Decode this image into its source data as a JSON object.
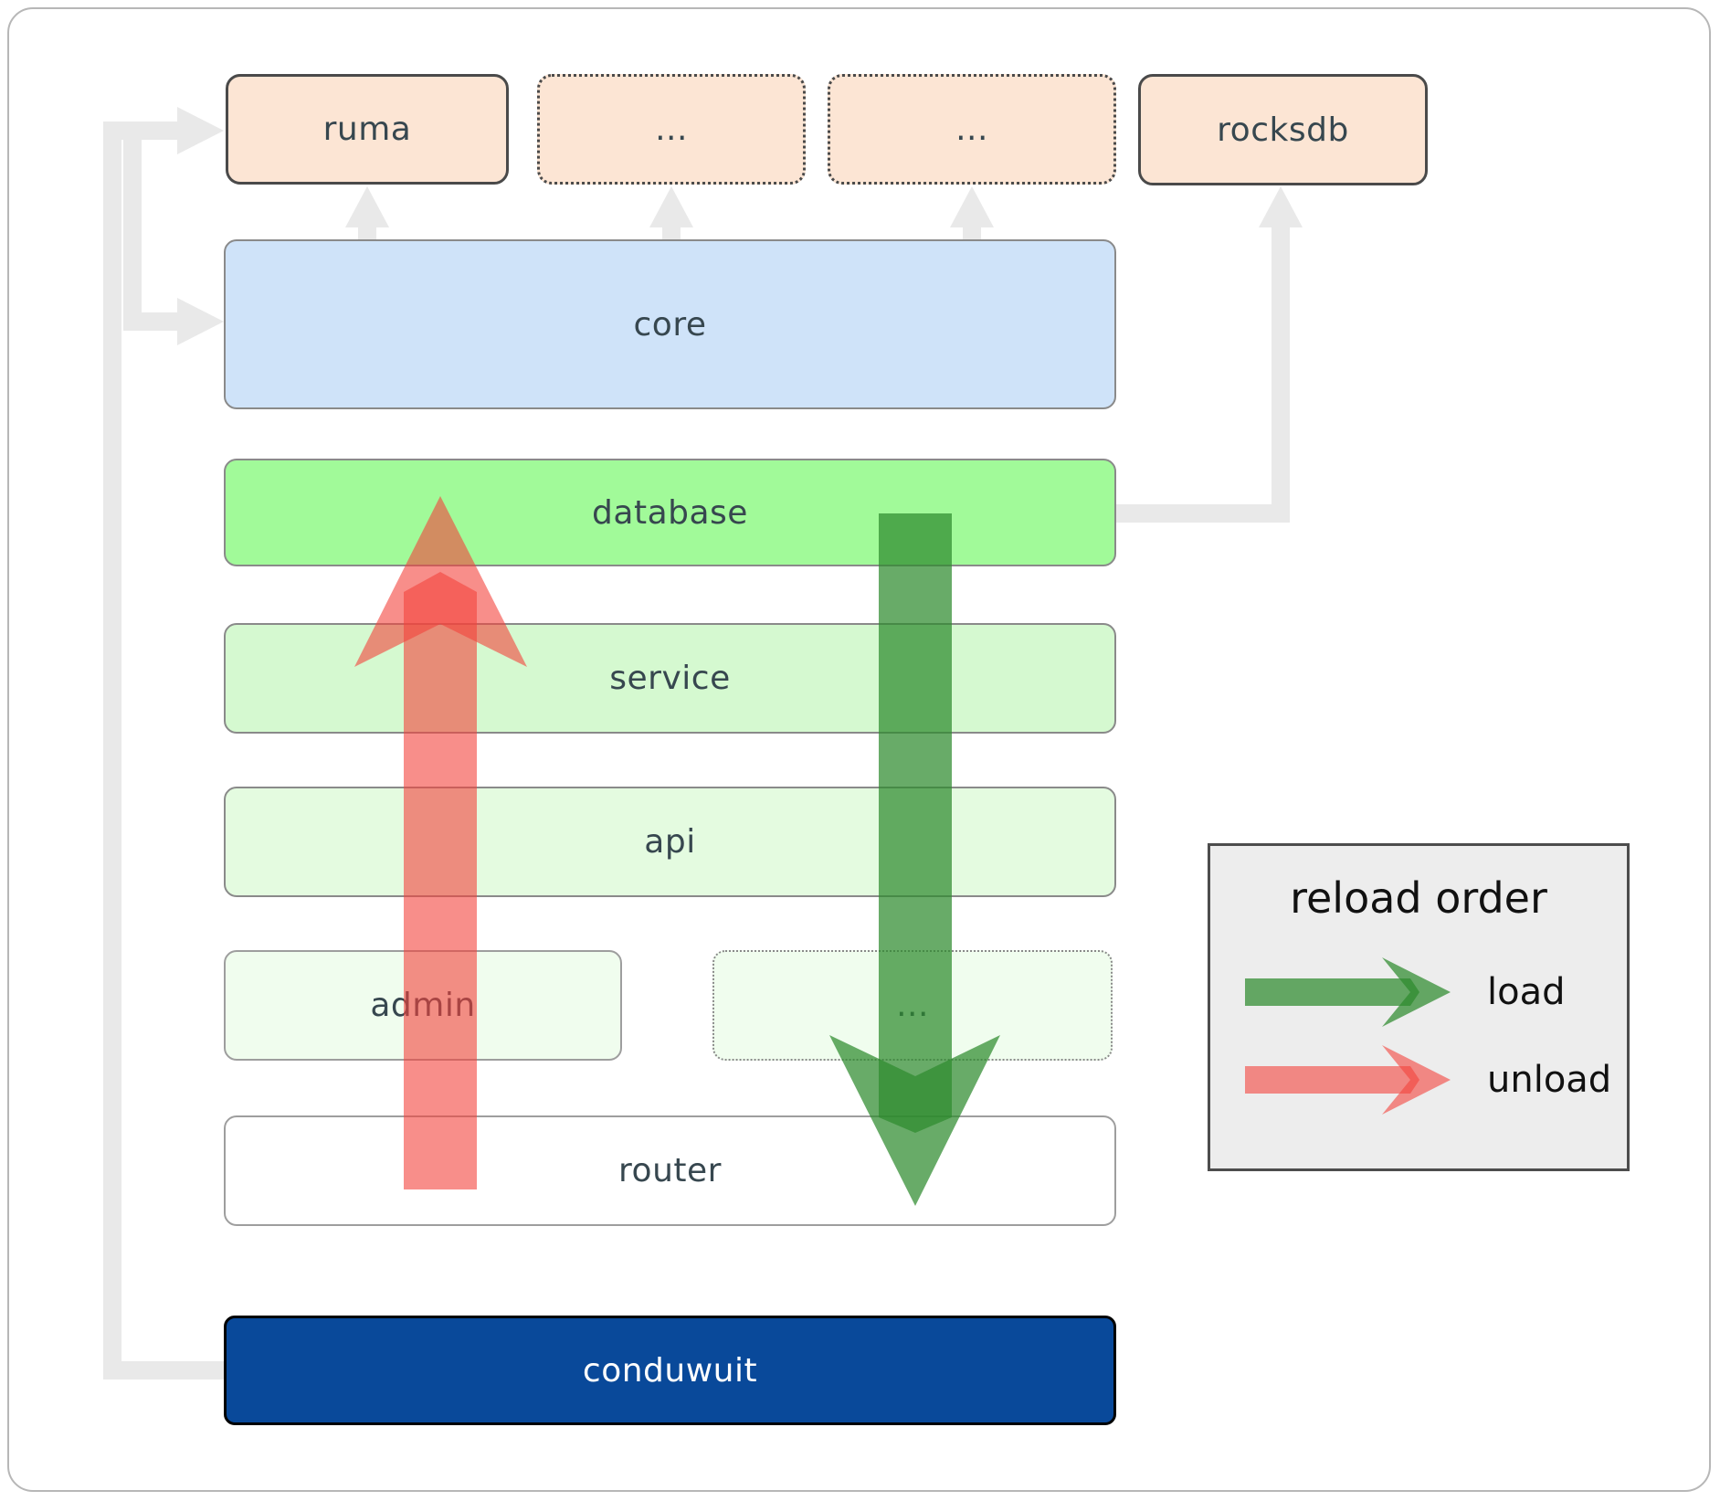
{
  "diagram": {
    "boxes": {
      "ruma": {
        "label": "ruma"
      },
      "ext1": {
        "label": "..."
      },
      "ext2": {
        "label": "..."
      },
      "rocksdb": {
        "label": "rocksdb"
      },
      "core": {
        "label": "core"
      },
      "database": {
        "label": "database"
      },
      "service": {
        "label": "service"
      },
      "api": {
        "label": "api"
      },
      "admin": {
        "label": "admin"
      },
      "admin_ext": {
        "label": "..."
      },
      "router": {
        "label": "router"
      },
      "conduwuit": {
        "label": "conduwuit"
      }
    },
    "legend": {
      "title": "reload order",
      "items": [
        {
          "label": "load",
          "color": "#2e8b2e"
        },
        {
          "label": "unload",
          "color": "#f4433c"
        }
      ]
    },
    "colors": {
      "peach_fill": "#fce5d4",
      "core_fill": "#cfe3f9",
      "database_fill": "#a1fa99",
      "service_fill": "#d5f9d0",
      "api_fill": "#e4fbe0",
      "faint_green_fill": "#f0fdee",
      "conduwuit_fill": "#09499a",
      "connector_gray": "#e9e9e9",
      "load_arrow": "#2e8b2e",
      "unload_arrow": "#f4433c",
      "label_text": "#37474f"
    }
  }
}
